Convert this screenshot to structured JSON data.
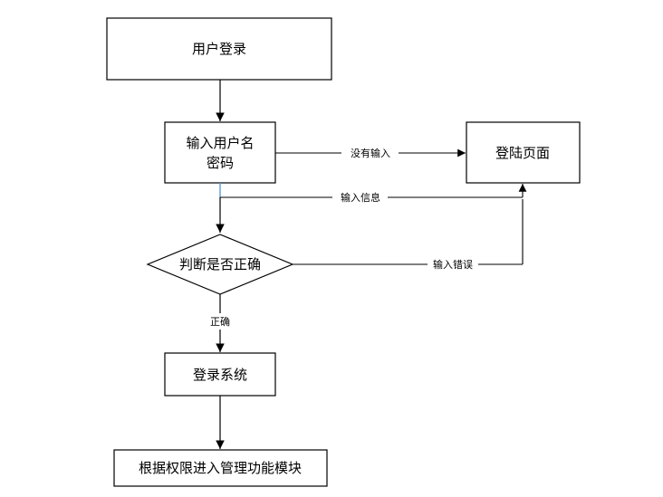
{
  "diagram": {
    "nodes": {
      "user_login": "用户登录",
      "input_credentials": [
        "输入用户名",
        "密码"
      ],
      "login_page": "登陆页面",
      "decision": "判断是否正确",
      "login_system": "登录系统",
      "enter_module": "根据权限进入管理功能模块"
    },
    "edges": {
      "no_input": "没有输入",
      "input_info": "输入信息",
      "input_error": "输入错误",
      "correct": "正确"
    },
    "colors": {
      "line": "#000000",
      "accent_line": "#5b9bd5",
      "fill": "#ffffff"
    }
  }
}
